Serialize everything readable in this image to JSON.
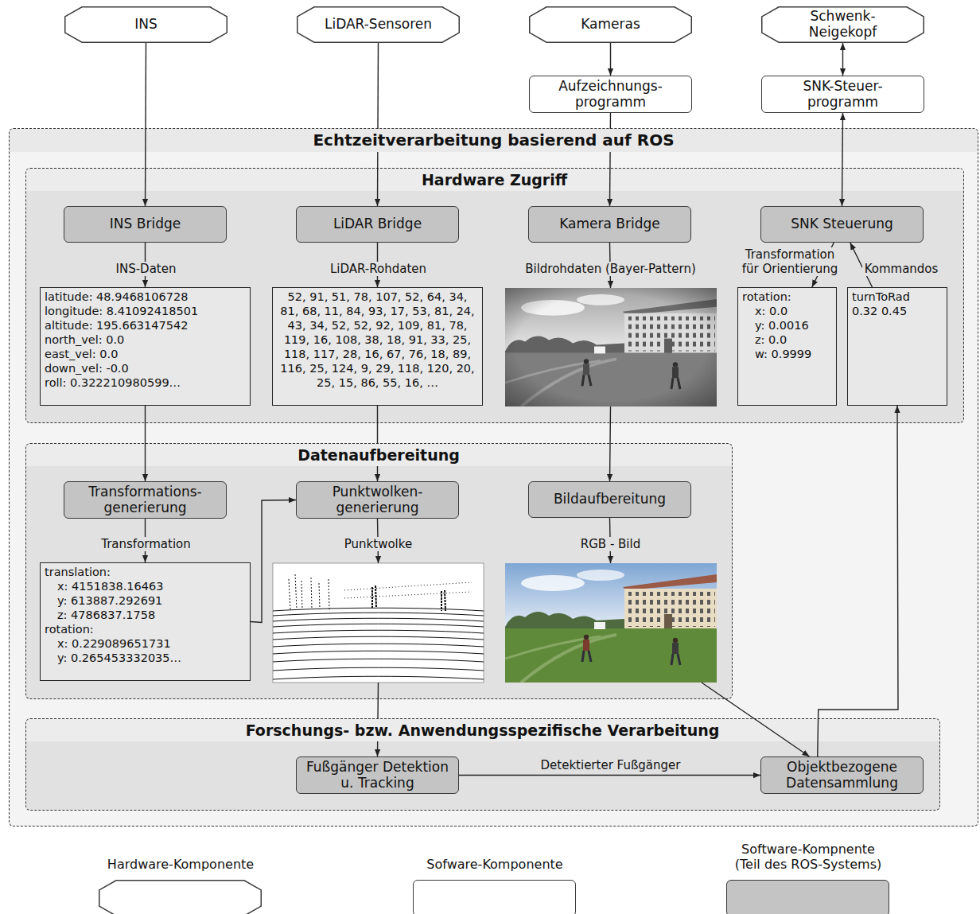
{
  "diagram": {
    "nodes": [
      {
        "text": [
          "INS"
        ]
      },
      {
        "text": [
          "LiDAR-Sensoren"
        ]
      },
      {
        "text": [
          "Kameras"
        ]
      },
      {
        "text": [
          "Schwenk- Neigekopf"
        ]
      },
      {
        "text": [
          "Aufzeichnungs- programm"
        ]
      },
      {
        "text": [
          "SNK-Steuer- programm"
        ]
      },
      {
        "text": [
          "Echtzeitverarbeitung basierend auf ROS"
        ]
      },
      {
        "text": [
          "Hardware Zugriff"
        ],
        "in": 6
      },
      {
        "text": [
          "INS Bridge"
        ],
        "in": 7
      },
      {
        "text": [
          "LiDAR Bridge"
        ],
        "in": 7
      },
      {
        "text": [
          "Kamera Bridge"
        ],
        "in": 7
      },
      {
        "text": [
          "SNK Steuerung"
        ],
        "in": 7
      },
      {
        "text": [
          "latitude: 48.9468106728",
          "longitude: 8.41092418501",
          "altitude: 195.663147542",
          "north_vel: 0.0",
          "east_vel: 0.0",
          "down_vel: -0.0",
          "roll: 0.322210980599…"
        ],
        "in": 7
      },
      {
        "text": [
          "52, 91, 51, 78, 107, 52, 64, 34, 81, 68, 11, 84, 93, 17, 53, 81, 24, 43, 34, 52, 52, 92, 109, 81, 78, 119, 16, 108, 38, 18, 91, 33, 25, 118, 117, 28, 16, 67, 76, 18, 89, 116, 25, 124, 9, 29, 118, 120, 20, 25, 15, 86, 55, 16, …"
        ],
        "in": 7
      },
      {
        "text": [
          "rotation:",
          "x: 0.0",
          "y: 0.0016",
          "z: 0.0",
          "w: 0.9999"
        ],
        "in": 7
      },
      {
        "text": [
          "turnToRad",
          "0.32 0.45"
        ],
        "in": 7
      },
      {
        "text": [
          "Datenaufbereitung"
        ],
        "in": 6
      },
      {
        "text": [
          "Transformations- generierung"
        ],
        "in": 16
      },
      {
        "text": [
          "Punktwolken- generierung"
        ],
        "in": 16
      },
      {
        "text": [
          "Bildaufbereitung"
        ],
        "in": 16
      },
      {
        "text": [
          "translation:",
          "x: 4151838.16463",
          "y: 613887.292691",
          "z: 4786837.1758",
          "rotation:",
          "x: 0.229089651731",
          "y: 0.265453332035…"
        ],
        "in": 16
      },
      {
        "text": [
          "Forschungs- bzw. Anwendungsspezifische Verarbeitung"
        ],
        "in": 6
      },
      {
        "text": [
          "Fußgänger Detektion u. Tracking"
        ],
        "in": 21
      },
      {
        "text": [
          "Objektbezogene Datensammlung"
        ],
        "in": 21
      }
    ],
    "edges": [
      {
        "from": 0,
        "to": 8,
        "arrow": "to"
      },
      {
        "from": 1,
        "to": 9,
        "arrow": "to"
      },
      {
        "from": 2,
        "to": 4,
        "arrow": "to"
      },
      {
        "from": 4,
        "to": 10,
        "arrow": "to"
      },
      {
        "from": 3,
        "to": 5,
        "arrow": "both"
      },
      {
        "from": 5,
        "to": 11,
        "arrow": "both"
      },
      {
        "from": 8,
        "to": 12,
        "label": "INS-Daten",
        "arrow": "to"
      },
      {
        "from": 9,
        "to": 13,
        "label": "LiDAR-Rohdaten",
        "arrow": "to"
      },
      {
        "from": 10,
        "to": 19,
        "label": "Bildrohdaten (Bayer-Pattern)",
        "arrow": "to"
      },
      {
        "from": 11,
        "to": 14,
        "label": "Transformation für Orientierung",
        "arrow": "to"
      },
      {
        "from": 15,
        "to": 11,
        "label": "Kommandos",
        "arrow": "to"
      },
      {
        "from": 12,
        "to": 17,
        "arrow": "to"
      },
      {
        "from": 13,
        "to": 18,
        "arrow": "to"
      },
      {
        "from": 17,
        "to": 20,
        "label": "Transformation",
        "arrow": "to"
      },
      {
        "from": 20,
        "to": 18,
        "arrow": "to"
      },
      {
        "from": 18,
        "to": 22,
        "label": "Punktwolke",
        "arrow": "to"
      },
      {
        "from": 19,
        "to": 23,
        "label": "RGB - Bild",
        "arrow": "to"
      },
      {
        "from": 22,
        "to": 23,
        "label": "Detektierter Fußgänger",
        "arrow": "to"
      },
      {
        "from": 23,
        "to": 15,
        "arrow": "to"
      }
    ],
    "legend": [
      {
        "text": "Hardware-Komponente"
      },
      {
        "text": "Sofware-Komponente",
        "color": "#ffffff"
      },
      {
        "text": "Software-Kompnente (Teil des ROS-Systems)",
        "color": "#c4c4c4"
      }
    ]
  }
}
